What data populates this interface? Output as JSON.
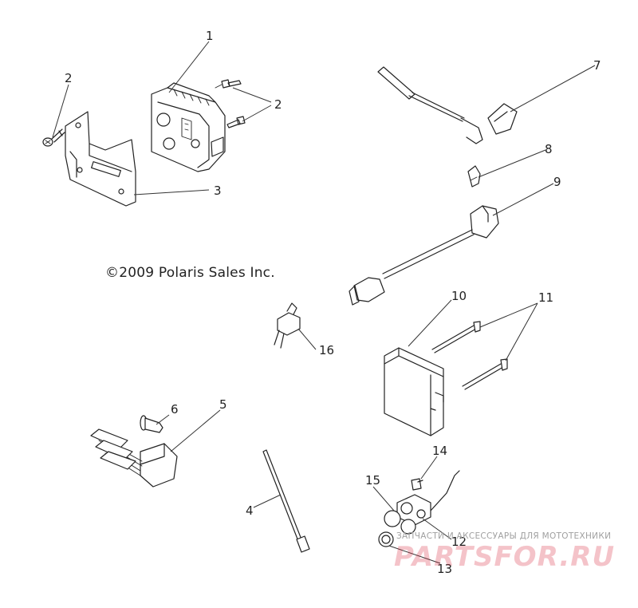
{
  "copyright": "©2009 Polaris Sales Inc.",
  "watermark": {
    "tagline": "ЗАПЧАСТИ И АКСЕССУАРЫ ДЛЯ МОТОТЕХНИКИ",
    "brand": "PARTSFOR.RU",
    "color": "#d6283c"
  },
  "callouts": {
    "c1": "1",
    "c2a": "2",
    "c2b": "2",
    "c3": "3",
    "c4": "4",
    "c5": "5",
    "c6": "6",
    "c7": "7",
    "c8": "8",
    "c9": "9",
    "c10": "10",
    "c11": "11",
    "c12": "12",
    "c13": "13",
    "c14": "14",
    "c15": "15",
    "c16": "16"
  }
}
